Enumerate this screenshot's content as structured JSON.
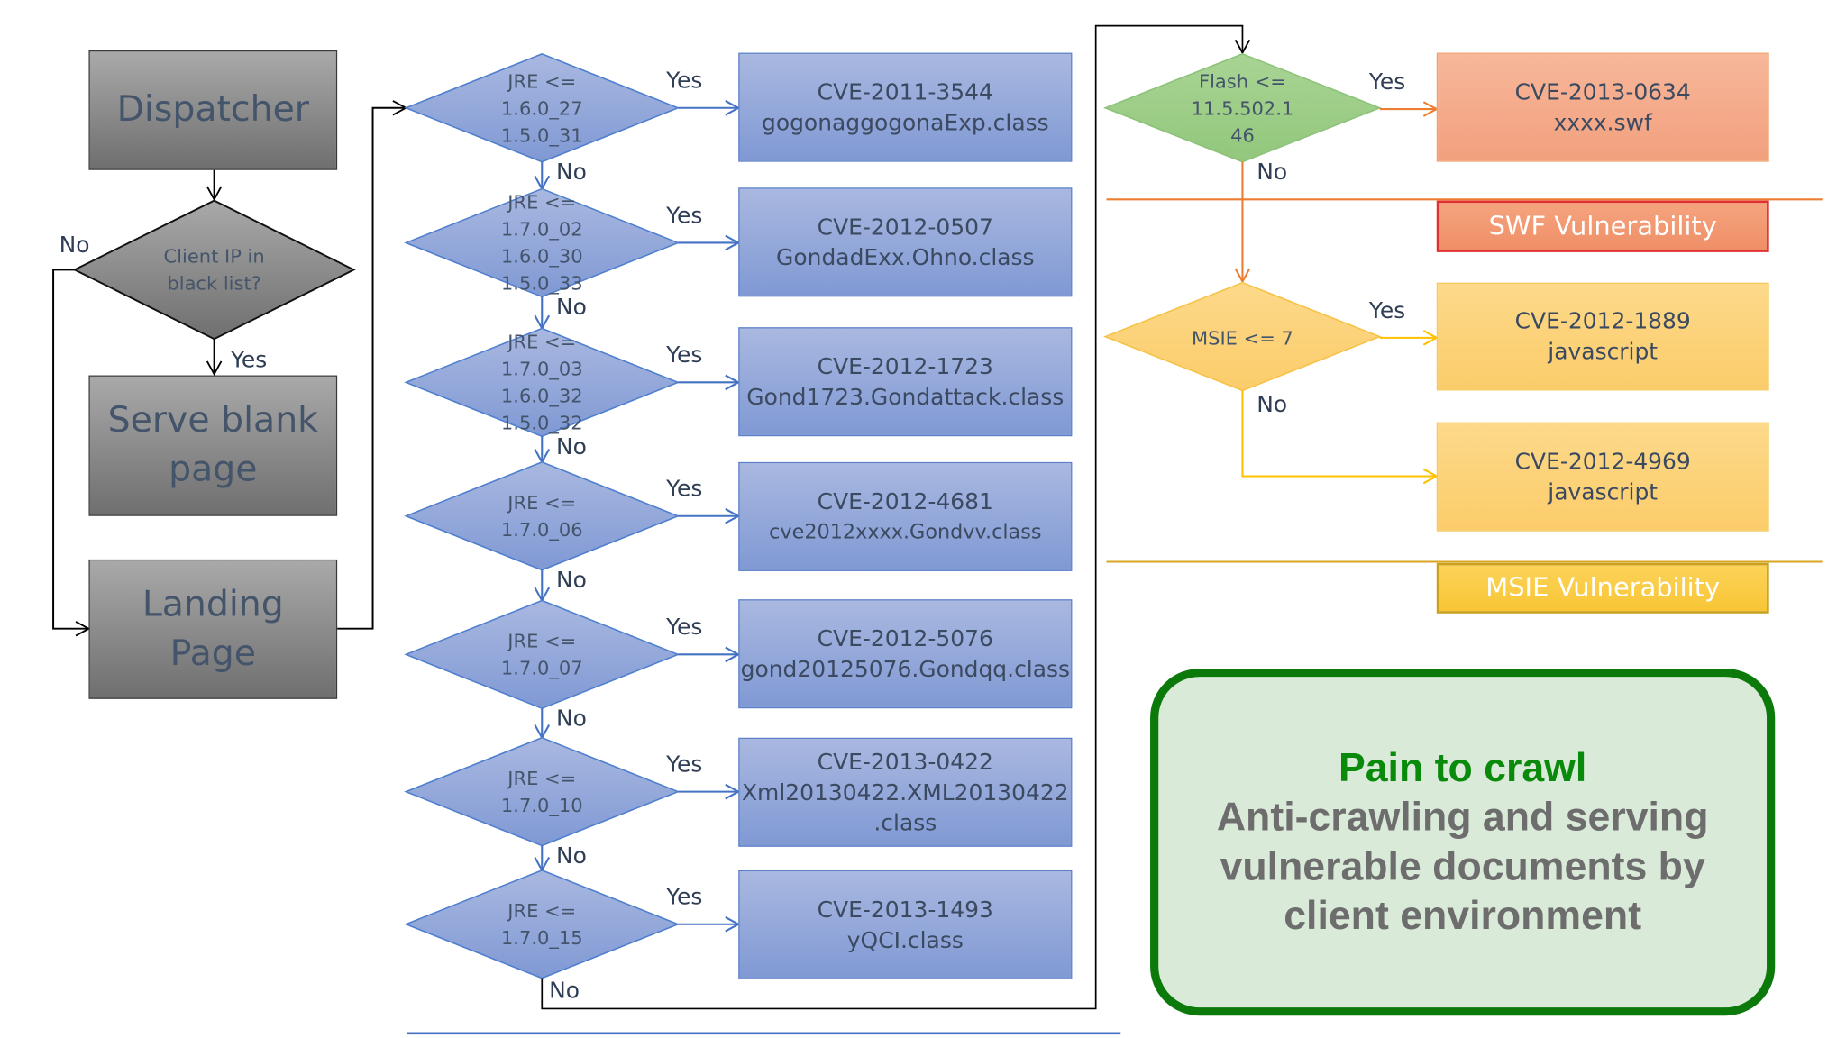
{
  "diagram": {
    "left_flow": {
      "dispatcher": "Dispatcher",
      "decision": {
        "line1": "Client IP  in",
        "line2": "black list?"
      },
      "yes_label": "Yes",
      "no_label": "No",
      "serve_blank": {
        "line1": "Serve blank",
        "line2": "page"
      },
      "landing": {
        "line1": "Landing",
        "line2": "Page"
      }
    },
    "jre_checks": [
      {
        "lines": [
          "JRE <=",
          "1.6.0_27",
          "1.5.0_31"
        ],
        "yes": "Yes",
        "no": "No",
        "cve": "CVE-2011-3544",
        "payload": [
          "gogonaggogonaExp.class"
        ]
      },
      {
        "lines": [
          "JRE <=",
          "1.7.0_02",
          "1.6.0_30",
          "1.5.0_33"
        ],
        "yes": "Yes",
        "no": "No",
        "cve": "CVE-2012-0507",
        "payload": [
          "GondadExx.Ohno.class"
        ]
      },
      {
        "lines": [
          "JRE <=",
          "1.7.0_03",
          "1.6.0_32",
          "1.5.0_32"
        ],
        "yes": "Yes",
        "no": "No",
        "cve": "CVE-2012-1723",
        "payload": [
          "Gond1723.Gondattack.class"
        ]
      },
      {
        "lines": [
          "JRE <=",
          "1.7.0_06"
        ],
        "yes": "Yes",
        "no": "No",
        "cve": "CVE-2012-4681",
        "payload": [
          "cve2012xxxx.Gondvv.class"
        ]
      },
      {
        "lines": [
          "JRE <=",
          "1.7.0_07"
        ],
        "yes": "Yes",
        "no": "No",
        "cve": "CVE-2012-5076",
        "payload": [
          "gond20125076.Gondqq.class"
        ]
      },
      {
        "lines": [
          "JRE <=",
          "1.7.0_10"
        ],
        "yes": "Yes",
        "no": "No",
        "cve": "CVE-2013-0422",
        "payload": [
          "Xml20130422.XML20130422",
          ".class"
        ]
      },
      {
        "lines": [
          "JRE <=",
          "1.7.0_15"
        ],
        "yes": "Yes",
        "no": "No",
        "cve": "CVE-2013-1493",
        "payload": [
          "yQCI.class"
        ]
      }
    ],
    "flash_check": {
      "lines": [
        "Flash <=",
        "11.5.502.1",
        "46"
      ],
      "yes": "Yes",
      "no": "No",
      "cve": "CVE-2013-0634",
      "payload": "xxxx.swf",
      "section_label": "SWF Vulnerability"
    },
    "msie_check": {
      "label": "MSIE <= 7",
      "yes": "Yes",
      "no": "No",
      "yes_cve": "CVE-2012-1889",
      "yes_payload": "javascript",
      "no_cve": "CVE-2012-4969",
      "no_payload": "javascript",
      "section_label": "MSIE Vulnerability"
    },
    "callout": {
      "title": "Pain to crawl",
      "body": [
        "Anti-crawling and serving",
        "vulnerable documents by",
        "client environment"
      ]
    },
    "colors": {
      "gray": "#808080",
      "blue": "#8fa5d9",
      "green": "#9fcf8a",
      "orange": "#ed7d31",
      "yellow": "#ffc000",
      "callout_border": "#0b7a0b",
      "callout_fill": "#d9ead8"
    }
  }
}
